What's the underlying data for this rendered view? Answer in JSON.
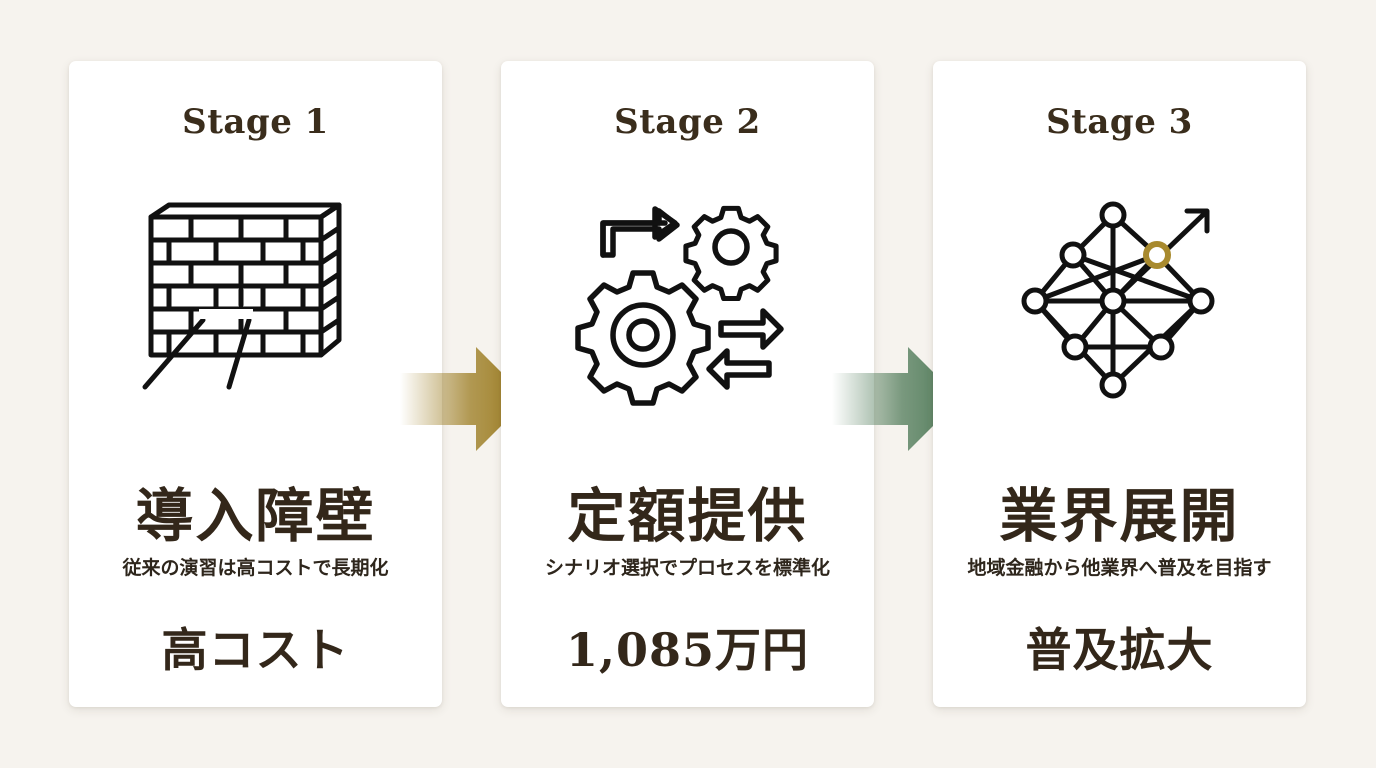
{
  "stages": [
    {
      "label": "Stage 1",
      "icon": "brick-wall-icon",
      "title": "導入障壁",
      "description": "従来の演習は高コストで長期化",
      "metric": "高コスト"
    },
    {
      "label": "Stage 2",
      "icon": "gears-process-icon",
      "title": "定額提供",
      "description": "シナリオ選択でプロセスを標準化",
      "metric": "1,085万円"
    },
    {
      "label": "Stage 3",
      "icon": "network-growth-icon",
      "title": "業界展開",
      "description": "地域金融から他業界へ普及を目指す",
      "metric": "普及拡大"
    }
  ],
  "colors": {
    "background": "#f6f3ee",
    "card": "#ffffff",
    "text": "#33271a",
    "arrow_gold": "#9a7a1e",
    "arrow_green": "#4f7a58",
    "node_accent": "#a88a2e"
  }
}
